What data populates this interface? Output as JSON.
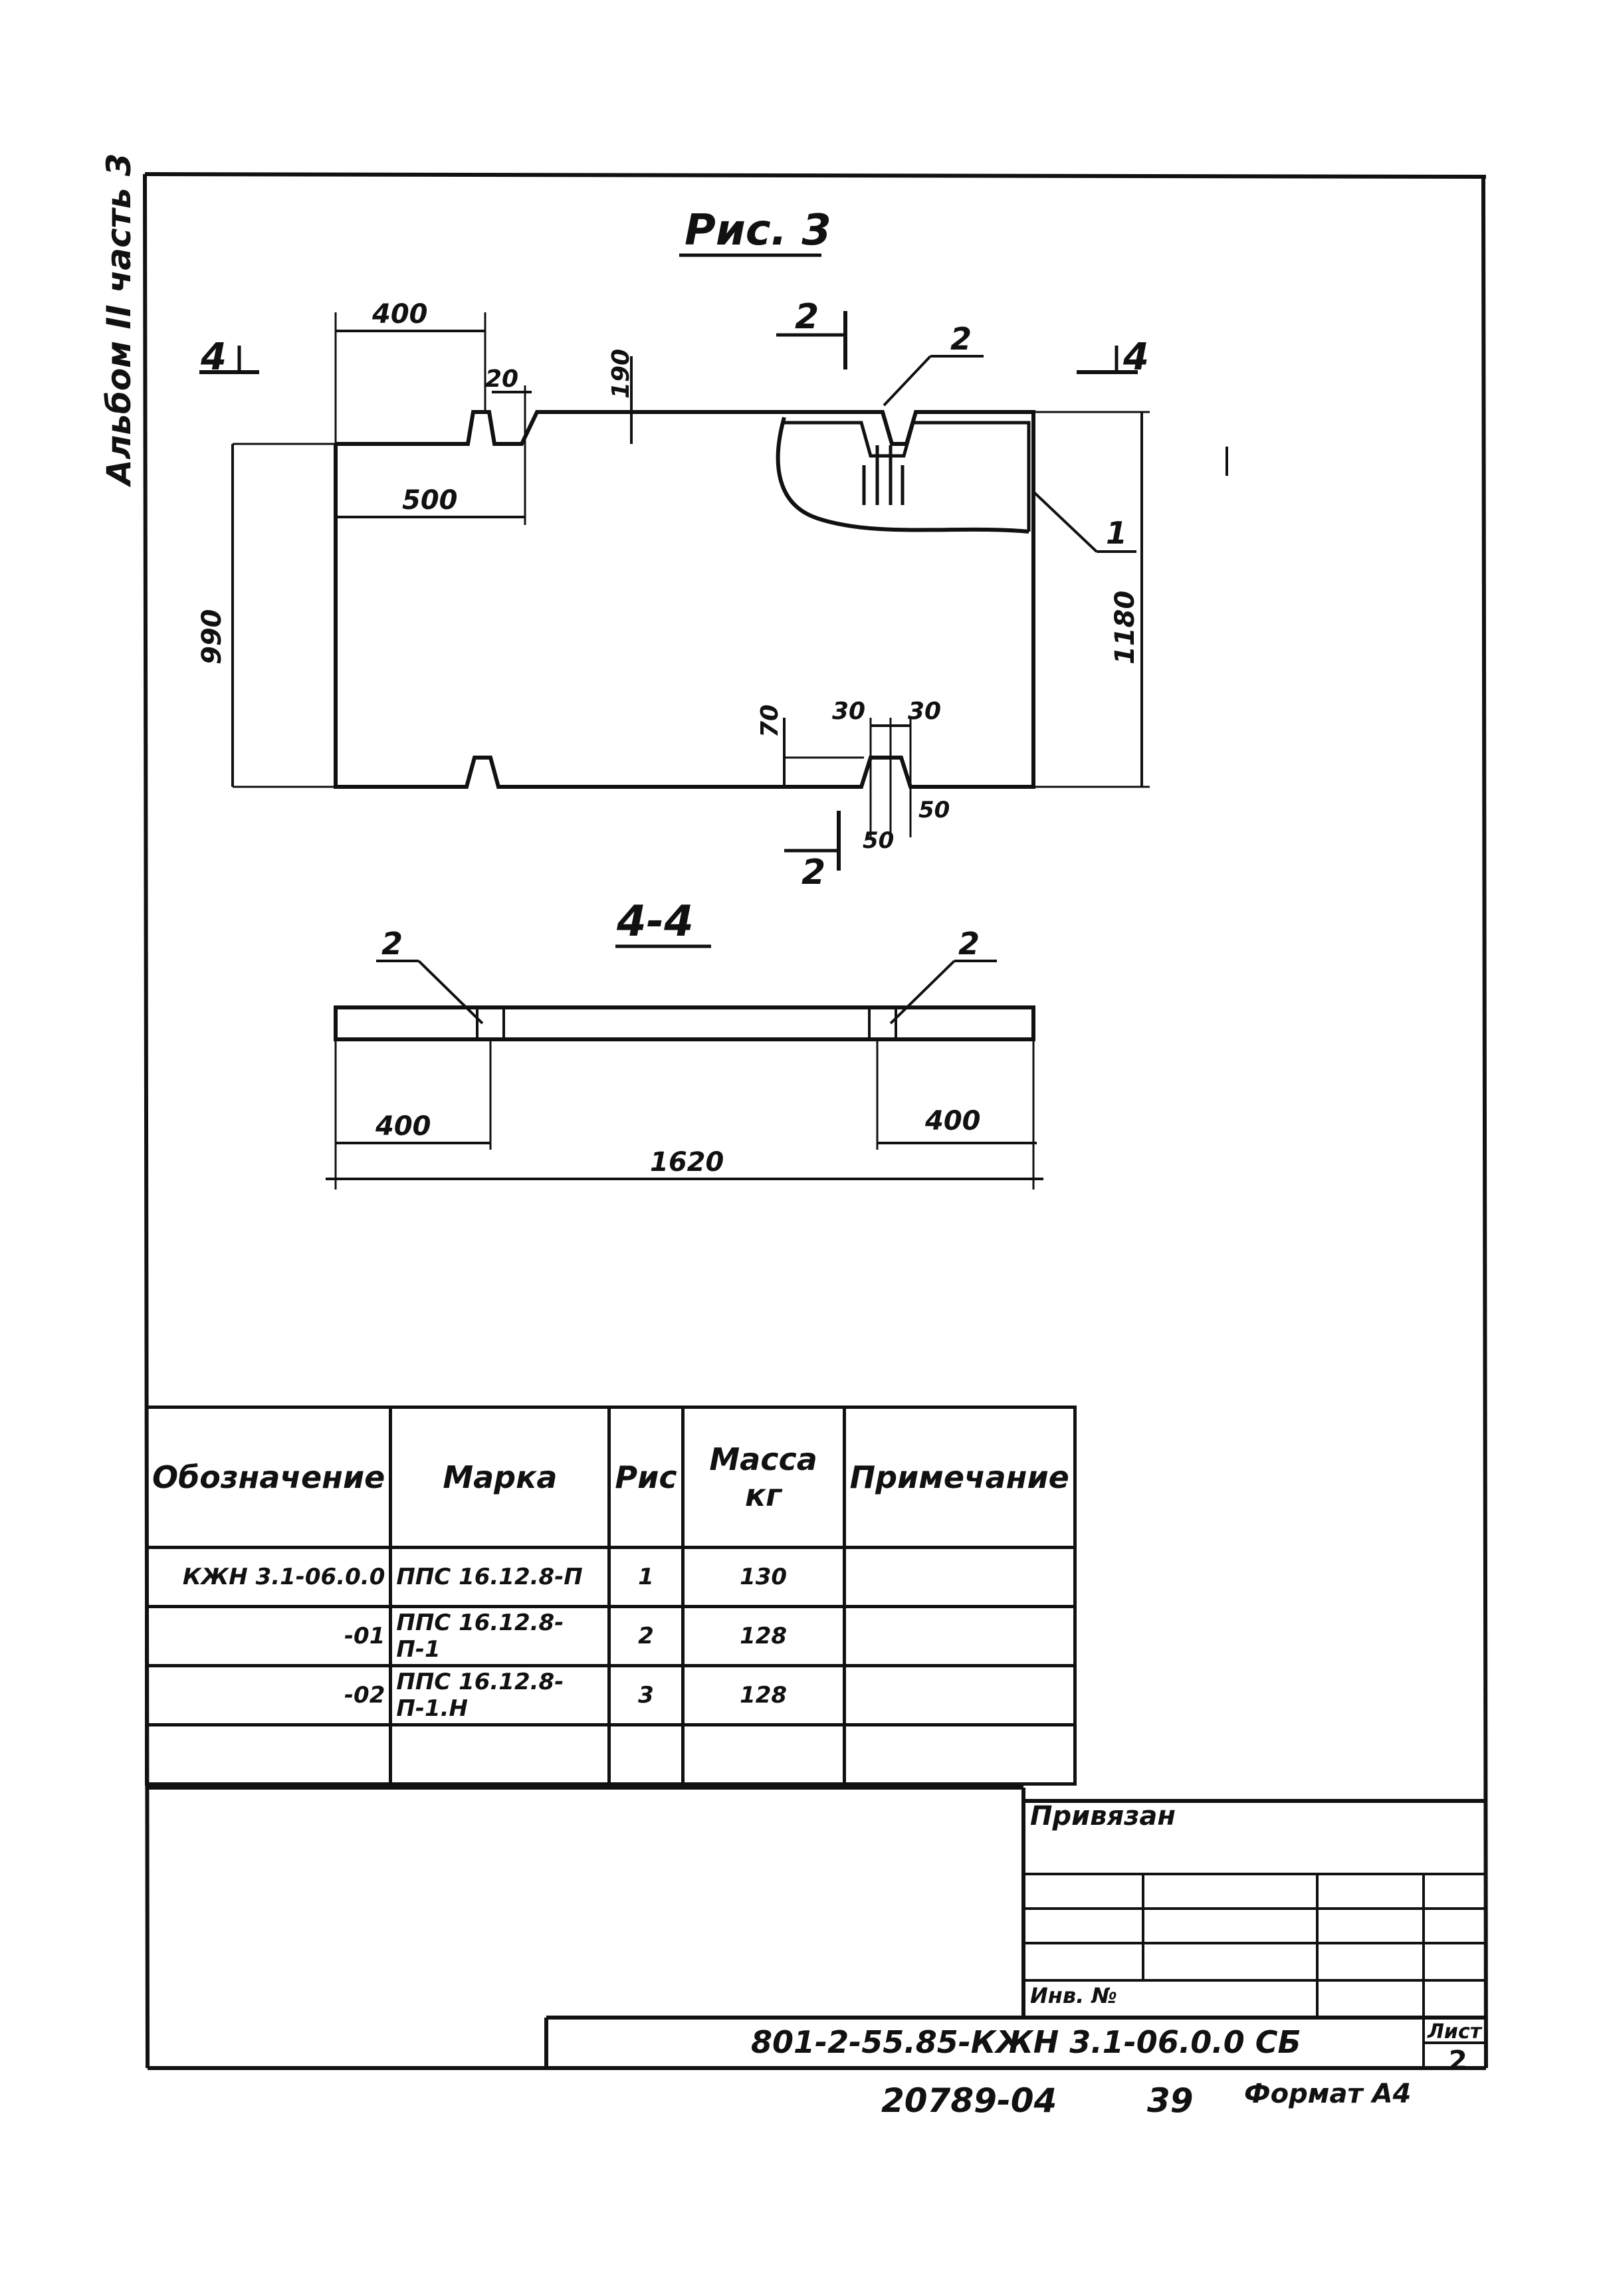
{
  "side_label": "Альбом II часть 3",
  "figure_title": "Рис. 3",
  "section_title": "4-4",
  "plan_dims": {
    "d400": "400",
    "d20": "20",
    "d190": "190",
    "d500": "500",
    "d990": "990",
    "d1180": "1180",
    "d70": "70",
    "d30a": "30",
    "d30b": "30",
    "d50a": "50",
    "d50b": "50"
  },
  "markers": {
    "cut4_left": "4",
    "cut4_right": "4",
    "cut2_top": "2",
    "cut2_bottom": "2",
    "pos2_plan": "2",
    "pos1_plan": "1",
    "pos2_sec_left": "2",
    "pos2_sec_right": "2"
  },
  "section_dims": {
    "d400_left": "400",
    "d400_right": "400",
    "d1620": "1620"
  },
  "spec_table": {
    "headers": [
      "Обозначение",
      "Марка",
      "Рис",
      "Масса кг",
      "Примечание"
    ],
    "rows": [
      [
        "КЖН 3.1-06.0.0",
        "ППС 16.12.8-П",
        "1",
        "130",
        ""
      ],
      [
        "-01",
        "ППС 16.12.8-П-1",
        "2",
        "128",
        ""
      ],
      [
        "-02",
        "ППС 16.12.8-П-1.Н",
        "3",
        "128",
        ""
      ],
      [
        "",
        "",
        "",
        "",
        ""
      ]
    ]
  },
  "title_block": {
    "privyazan": "Привязан",
    "inv_no": "Инв. №",
    "document_code": "801-2-55.85-КЖН 3.1-06.0.0 СБ",
    "sheet_label": "Лист",
    "sheet_number": "2"
  },
  "footer": {
    "archive_number": "20789-04",
    "page_number": "39",
    "format": "Формат А4"
  }
}
